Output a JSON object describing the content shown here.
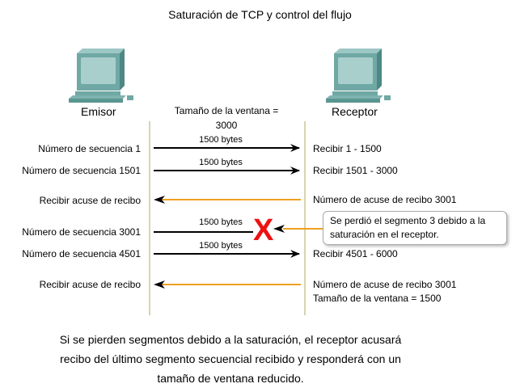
{
  "title": "Saturación de TCP y control del flujo",
  "nodes": {
    "sender": "Emisor",
    "receiver": "Receptor"
  },
  "window_label": {
    "line1": "Tamaño de la ventana =",
    "line2": "3000"
  },
  "rows": [
    {
      "left": "Número de secuencia 1",
      "caption": "1500 bytes",
      "right": "Recibir 1 - 1500",
      "direction": "right",
      "color": "#000000"
    },
    {
      "left": "Número de secuencia 1501",
      "caption": "1500 bytes",
      "right": "Recibir 1501 - 3000",
      "direction": "right",
      "color": "#000000"
    },
    {
      "left": "Recibir acuse de recibo",
      "caption": "",
      "right": "Número de acuse de recibo 3001",
      "direction": "left",
      "color": "#f0a020"
    },
    {
      "left": "Número de secuencia 3001",
      "caption": "1500 bytes",
      "right": "",
      "direction": "lost",
      "color": "#000000"
    },
    {
      "left": "Número de secuencia 4501",
      "caption": "1500 bytes",
      "right": "Recibir 4501 - 6000",
      "direction": "right",
      "color": "#000000"
    },
    {
      "left": "Recibir acuse de recibo",
      "caption": "",
      "right": "Número de acuse de recibo 3001",
      "right2": "Tamaño de la ventana = 1500",
      "direction": "left",
      "color": "#f0a020"
    }
  ],
  "lost_marker": "X",
  "callout": {
    "line1": "Se perdió el segmento 3 debido a la",
    "line2": "saturación en el receptor."
  },
  "footer": {
    "line1": "Si se pierden segmentos debido a la saturación, el receptor acusará",
    "line2": "recibo del último segmento secuencial recibido y responderá con un",
    "line3": "tamaño de ventana reducido."
  },
  "colors": {
    "ack": "#f0a020",
    "lost": "#ee1111",
    "computer": "#6fa8a4"
  }
}
